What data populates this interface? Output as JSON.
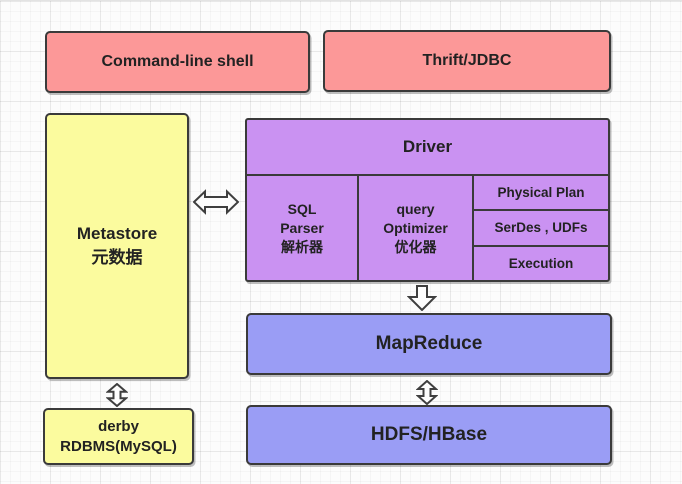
{
  "nodes": {
    "cli": {
      "label": "Command-line shell"
    },
    "thrift": {
      "label": "Thrift/JDBC"
    },
    "metastore": {
      "title": "Metastore",
      "subtitle": "元数据"
    },
    "driver": {
      "title": "Driver"
    },
    "sqlParser": {
      "en1": "SQL",
      "en2": "Parser",
      "zh": "解析器"
    },
    "optimizer": {
      "en1": "query",
      "en2": "Optimizer",
      "zh": "优化器"
    },
    "physicalPlan": {
      "label": "Physical Plan"
    },
    "serdes": {
      "label": "SerDes , UDFs"
    },
    "execution": {
      "label": "Execution"
    },
    "mapreduce": {
      "label": "MapReduce"
    },
    "hdfs": {
      "label": "HDFS/HBase"
    },
    "derby": {
      "line1": "derby",
      "line2": "RDBMS(MySQL)"
    }
  },
  "connectors": {
    "metastore_driver": "left-right-double-arrow",
    "driver_mapreduce": "down-arrow",
    "mapreduce_hdfs": "up-down-double-arrow",
    "metastore_derby": "up-down-double-arrow"
  },
  "colors": {
    "pink": "#fc9898",
    "yellow": "#fbfb9e",
    "purple": "#ca92f2",
    "blue": "#9a9df5",
    "border": "#3a3a3a",
    "arrow_fill": "#fdfdfd",
    "grid_background": "#fcfcfc"
  }
}
